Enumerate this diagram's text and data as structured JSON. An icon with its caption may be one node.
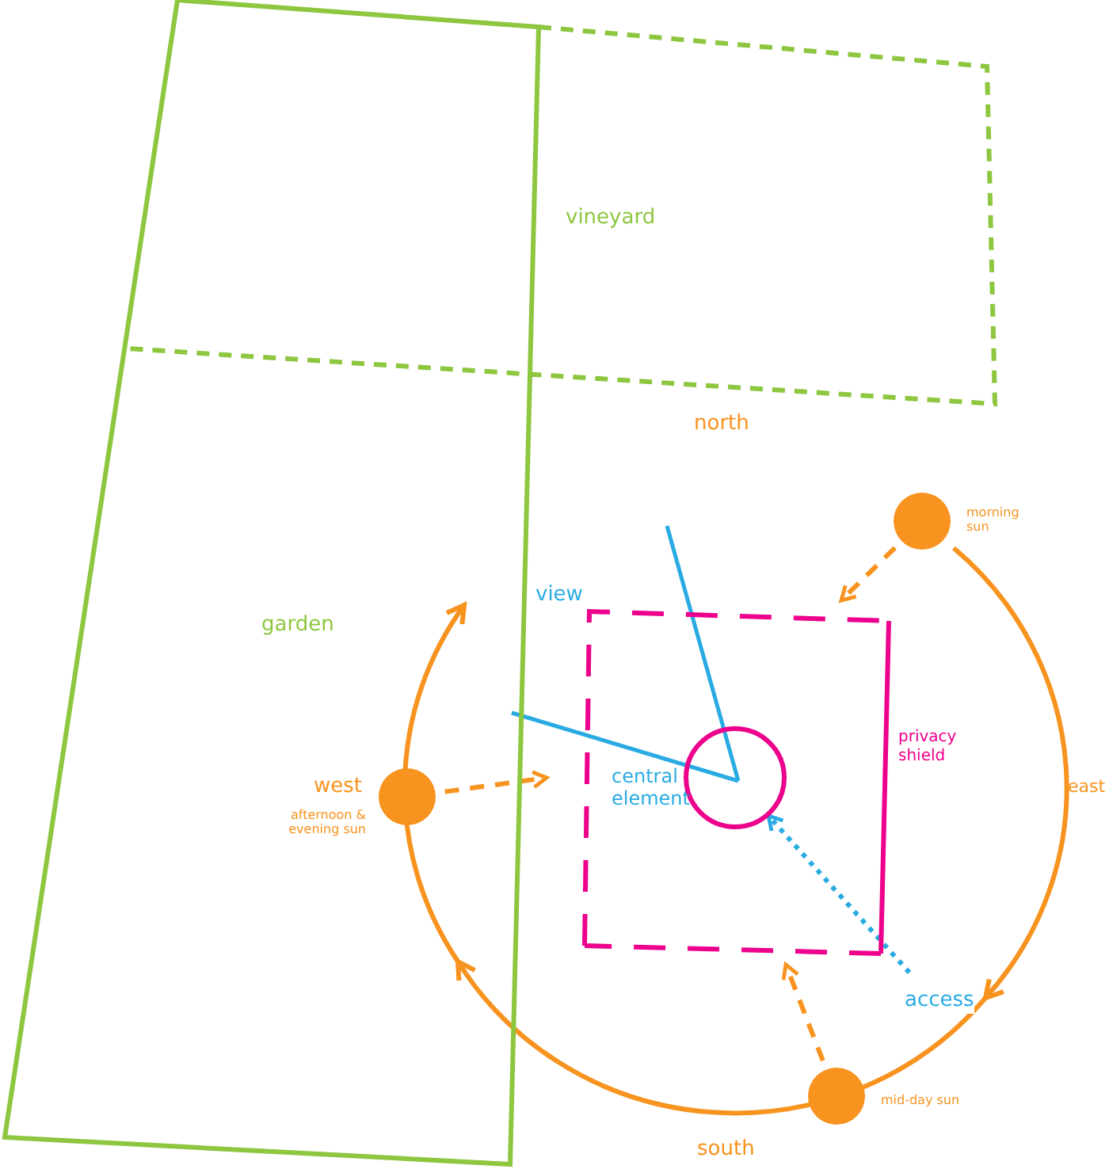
{
  "diagram": {
    "nodes": [
      {
        "text": [
          "garden"
        ]
      },
      {
        "text": [
          "vineyard"
        ]
      },
      {
        "text": [],
        "shape": "circle",
        "beside": [
          "morning sun"
        ]
      },
      {
        "text": [],
        "shape": "box",
        "beside": [
          "privacy shield"
        ]
      },
      {
        "text": [],
        "shape": "circle",
        "in": 0,
        "beside": [
          "afternoon & evening sun"
        ]
      },
      {
        "text": [],
        "shape": "circle",
        "in": 3,
        "beside": [
          "central element"
        ]
      },
      {
        "text": [],
        "shape": "circle",
        "beside": [
          "mid-day sun"
        ]
      }
    ],
    "edges": [
      {
        "from": 2,
        "to": 3,
        "arrow": "to",
        "style": "dashed"
      },
      {
        "from": 4,
        "to": 3,
        "arrow": "to",
        "style": "dashed"
      },
      {
        "from": 6,
        "to": 3,
        "arrow": "to",
        "style": "dashed"
      },
      {
        "from": null,
        "to": 5,
        "arrow": "to",
        "style": "dashed",
        "color": "#29abe2",
        "label": "access"
      }
    ],
    "labels": [
      "north",
      "view",
      "west",
      "east",
      "south"
    ]
  }
}
